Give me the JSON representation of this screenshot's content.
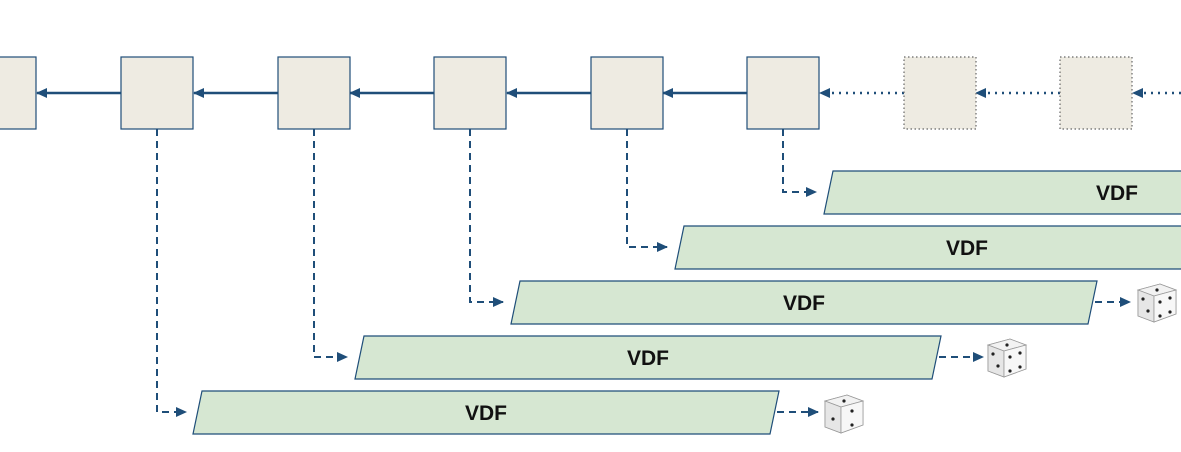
{
  "diagram": {
    "colors": {
      "line": "#1f4e79",
      "block_fill": "#eeebe2",
      "block_stroke": "#1f4e79",
      "pending_block_stroke": "#666666",
      "vdf_fill": "#d6e7d2",
      "vdf_stroke": "#1f4e79",
      "die_face": "#f2f2f2",
      "die_side": "#cfcfcf"
    },
    "chain": {
      "confirmed_blocks": 6,
      "pending_blocks": 2
    },
    "vdf_bars": [
      {
        "label": "VDF",
        "has_output_die": false
      },
      {
        "label": "VDF",
        "has_output_die": false
      },
      {
        "label": "VDF",
        "has_output_die": true,
        "die_icon": "dice-icon"
      },
      {
        "label": "VDF",
        "has_output_die": true,
        "die_icon": "dice-icon"
      },
      {
        "label": "VDF",
        "has_output_die": true,
        "die_icon": "dice-icon"
      }
    ]
  }
}
